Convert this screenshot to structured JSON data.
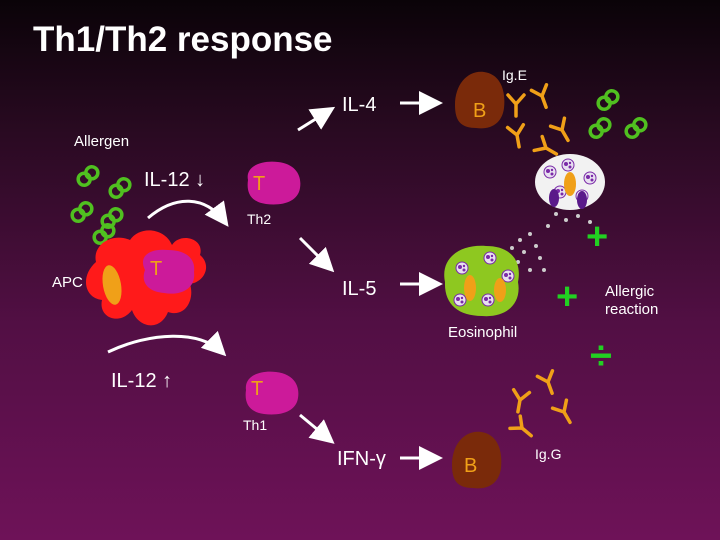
{
  "title": "Th1/Th2 response",
  "labels": {
    "allergen": "Allergen",
    "apc": "APC",
    "il12_top": "IL-12 ↓",
    "il12_bottom": "IL-12 ↑",
    "il4": "IL-4",
    "il5": "IL-5",
    "ifn": "IFN-γ",
    "th2": "Th2",
    "th1": "Th1",
    "ige": "Ig.E",
    "igg": "Ig.G",
    "eosinophil": "Eosinophil",
    "allergic_reaction": "Allergic reaction",
    "t_cell": "T",
    "b_cell": "B",
    "plus": "+",
    "divide": "÷"
  },
  "colors": {
    "apc": "#ff1a1a",
    "t_cell": "#cc1a9a",
    "b_cell": "#7a2a0a",
    "antibody": "#f0a018",
    "allergen": "#50c020",
    "eosinophil": "#8ec820",
    "granule": "#7a2aa8",
    "plus_sign": "#22d022"
  }
}
